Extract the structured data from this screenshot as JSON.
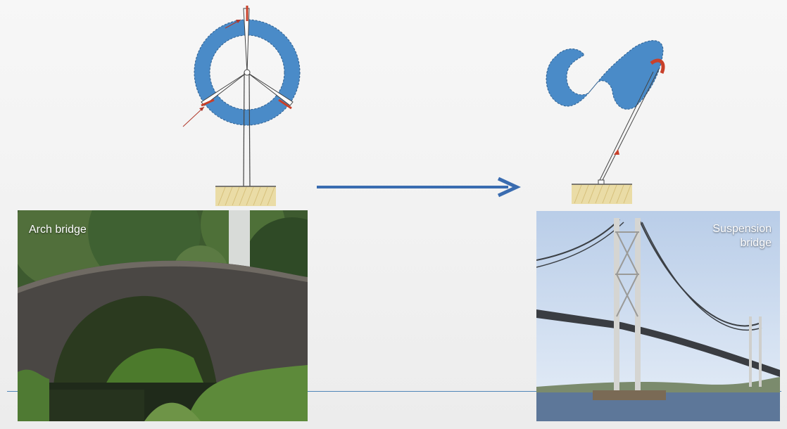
{
  "slide": {
    "left_photo": {
      "label": "Arch bridge"
    },
    "right_photo": {
      "label_line1": "Suspension",
      "label_line2": "bridge"
    }
  },
  "icons": {
    "left_diagram": "ring-turbine-diagram-icon",
    "right_diagram": "figure-eight-tethered-kite-diagram-icon",
    "transition": "right-arrow-icon"
  },
  "colors": {
    "shape_fill": "#4a8bc8",
    "highlight_red": "#c8402a",
    "arrow_blue": "#3a6cb0",
    "ground_hatch": "#d6c07a"
  }
}
